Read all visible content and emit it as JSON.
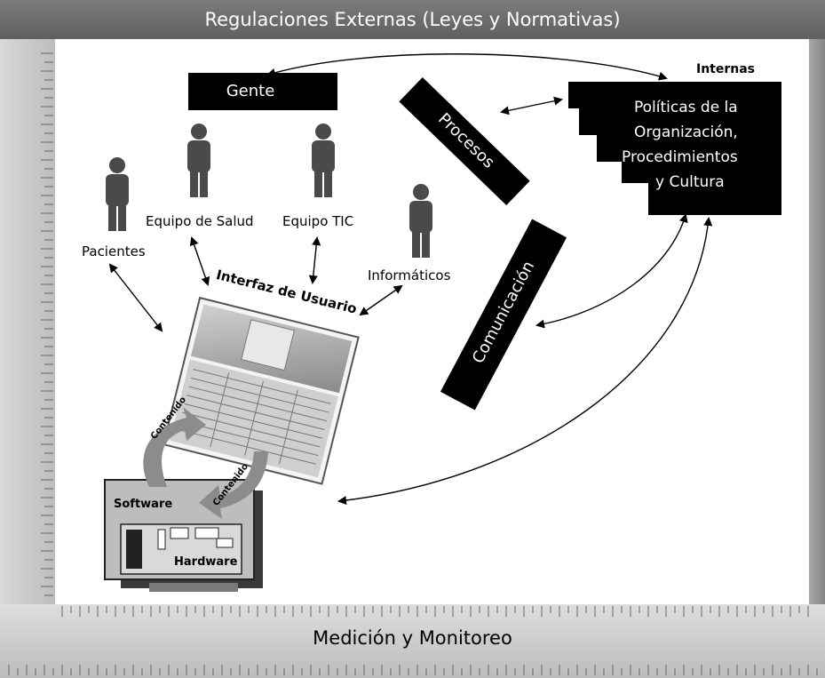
{
  "header": {
    "title": "Regulaciones Externas (Leyes y Normativas)"
  },
  "footer": {
    "title": "Medición y Monitoreo"
  },
  "people": {
    "heading": "Gente",
    "patients": "Pacientes",
    "health_team": "Equipo de Salud",
    "ict_team": "Equipo TIC",
    "informatics": "Informáticos"
  },
  "interface": {
    "label": "Interfaz de Usuario"
  },
  "processes": {
    "label": "Procesos"
  },
  "communication": {
    "label": "Comunicación"
  },
  "internal": {
    "heading": "Internas",
    "line1": "Políticas de la",
    "line2": "Organización,",
    "line3": "Procedimientos",
    "line4": "y Cultura"
  },
  "system": {
    "software": "Software",
    "hardware": "Hardware",
    "content_up": "Contenido",
    "content_down": "Contenido"
  },
  "colors": {
    "box": "#000000",
    "panel": "#ffffff",
    "frame": "#8f8f8f"
  }
}
